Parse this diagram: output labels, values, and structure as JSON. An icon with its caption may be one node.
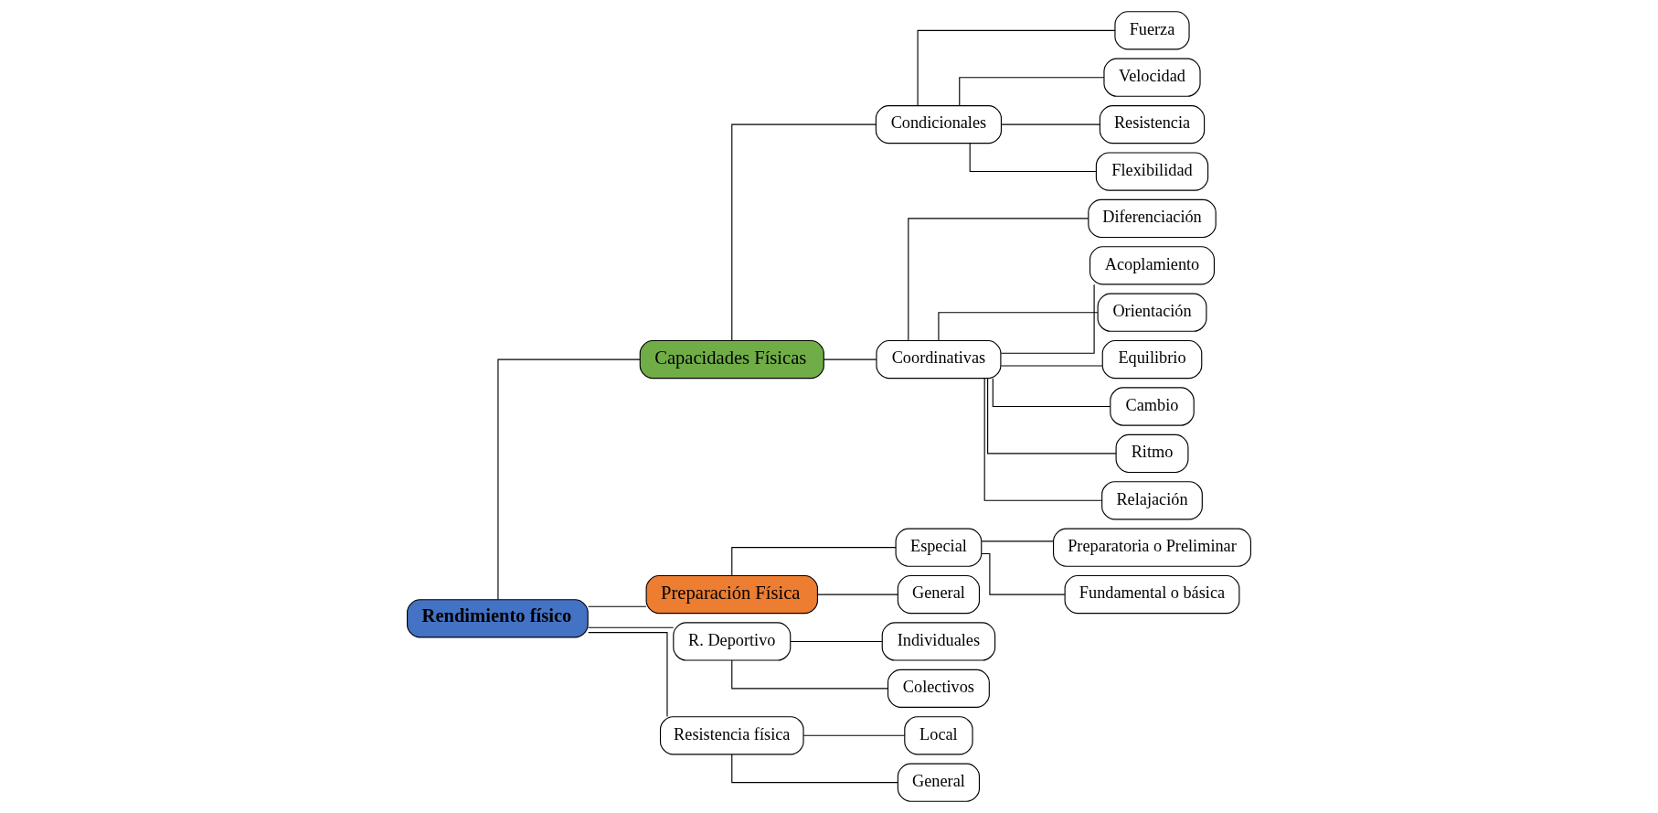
{
  "diagram": {
    "nodes": [
      {
        "text": [
          "Rendimiento físico"
        ]
      },
      {
        "text": [
          "Capacidades Físicas"
        ]
      },
      {
        "text": [
          "Preparación Física"
        ]
      },
      {
        "text": [
          "R. Deportivo"
        ]
      },
      {
        "text": [
          "Individuales"
        ]
      },
      {
        "text": [
          "Colectivos"
        ]
      },
      {
        "text": [
          "Resistencia física"
        ]
      },
      {
        "text": [
          "Local"
        ]
      },
      {
        "text": [
          "General"
        ]
      },
      {
        "text": [
          "Condicionales"
        ]
      },
      {
        "text": [
          "Coordinativas"
        ]
      },
      {
        "text": [
          "Fuerza"
        ]
      },
      {
        "text": [
          "Velocidad"
        ]
      },
      {
        "text": [
          "Resistencia"
        ]
      },
      {
        "text": [
          "Flexibilidad"
        ]
      },
      {
        "text": [
          "Diferenciación"
        ]
      },
      {
        "text": [
          "Acoplamiento"
        ]
      },
      {
        "text": [
          "Orientación"
        ]
      },
      {
        "text": [
          "Equilibrio"
        ]
      },
      {
        "text": [
          "Cambio"
        ]
      },
      {
        "text": [
          "Ritmo"
        ]
      },
      {
        "text": [
          "Relajación"
        ]
      },
      {
        "text": [
          "Especial"
        ]
      },
      {
        "text": [
          "General"
        ]
      },
      {
        "text": [
          "Preparatoria o Preliminar"
        ]
      },
      {
        "text": [
          "Fundamental o básica"
        ]
      }
    ],
    "edges": [
      {
        "from": 0,
        "to": 1,
        "arrow": "none"
      },
      {
        "from": 0,
        "to": 2,
        "arrow": "none"
      },
      {
        "from": 0,
        "to": 3,
        "arrow": "none"
      },
      {
        "from": 0,
        "to": 6,
        "arrow": "none"
      },
      {
        "from": 3,
        "to": 4,
        "arrow": "none"
      },
      {
        "from": 3,
        "to": 5,
        "arrow": "none"
      },
      {
        "from": 6,
        "to": 7,
        "arrow": "none"
      },
      {
        "from": 6,
        "to": 8,
        "arrow": "none"
      },
      {
        "from": 1,
        "to": 9,
        "arrow": "none"
      },
      {
        "from": 1,
        "to": 10,
        "arrow": "none"
      },
      {
        "from": 9,
        "to": 11,
        "arrow": "none"
      },
      {
        "from": 9,
        "to": 12,
        "arrow": "none"
      },
      {
        "from": 9,
        "to": 13,
        "arrow": "none"
      },
      {
        "from": 9,
        "to": 14,
        "arrow": "none"
      },
      {
        "from": 10,
        "to": 15,
        "arrow": "none"
      },
      {
        "from": 10,
        "to": 16,
        "arrow": "none"
      },
      {
        "from": 10,
        "to": 17,
        "arrow": "none"
      },
      {
        "from": 10,
        "to": 18,
        "arrow": "none"
      },
      {
        "from": 10,
        "to": 19,
        "arrow": "none"
      },
      {
        "from": 10,
        "to": 20,
        "arrow": "none"
      },
      {
        "from": 10,
        "to": 21,
        "arrow": "none"
      },
      {
        "from": 2,
        "to": 22,
        "arrow": "none"
      },
      {
        "from": 2,
        "to": 23,
        "arrow": "none"
      },
      {
        "from": 22,
        "to": 24,
        "arrow": "none"
      },
      {
        "from": 22,
        "to": 25,
        "arrow": "none"
      }
    ]
  }
}
